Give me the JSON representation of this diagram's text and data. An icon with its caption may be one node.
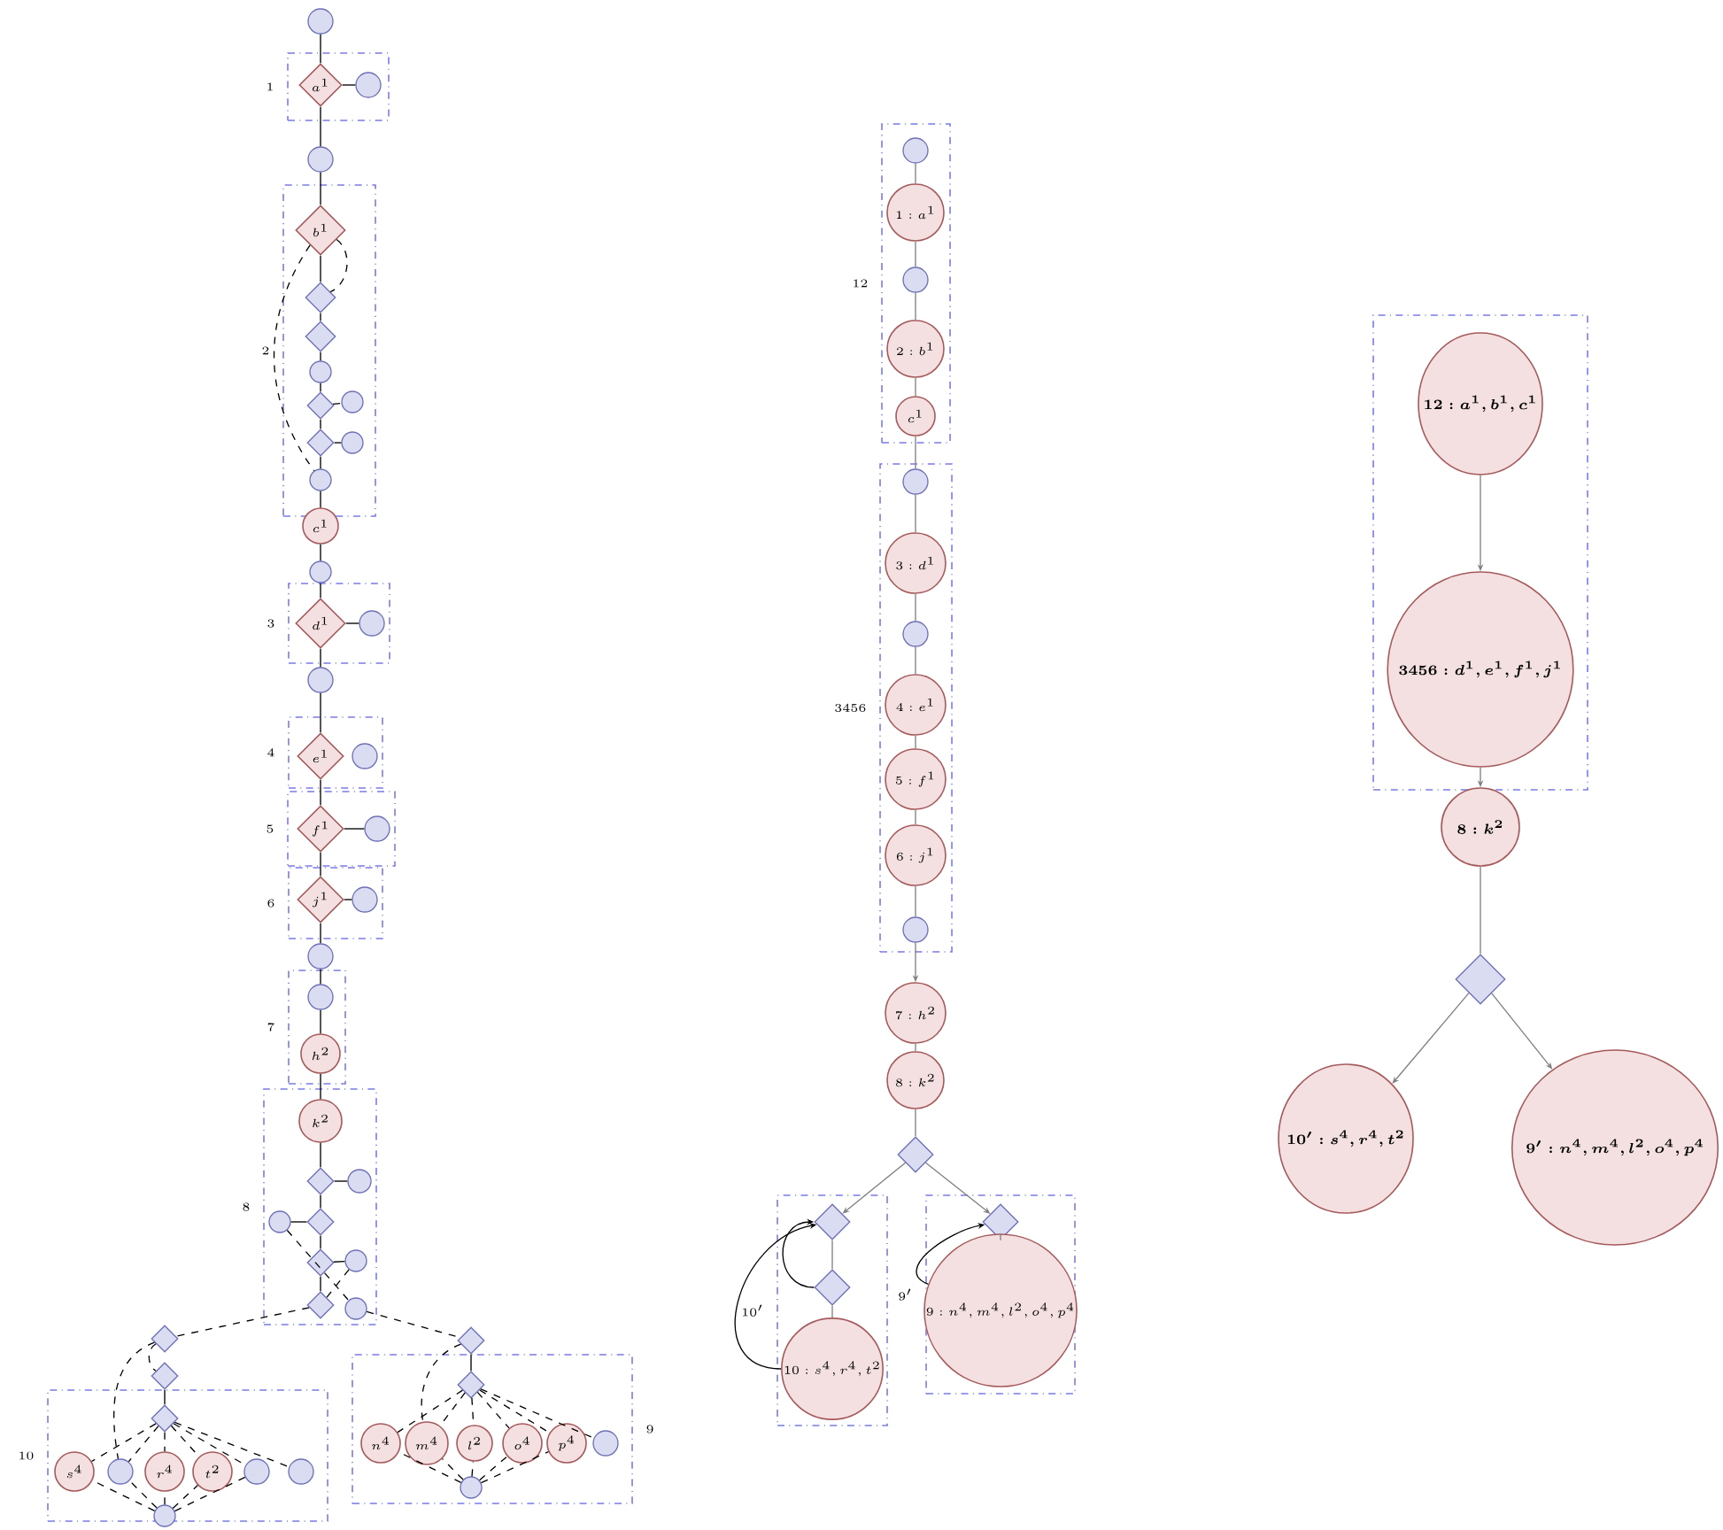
{
  "diagram": {
    "nodes": [
      {
        "text": [],
        "shape": "circle"
      },
      {
        "text": [
          "1"
        ]
      },
      {
        "text": [
          "a^1"
        ],
        "in": 1
      },
      {
        "text": [],
        "shape": "circle",
        "in": 1
      },
      {
        "text": [],
        "shape": "circle"
      },
      {
        "text": [
          "2"
        ]
      },
      {
        "text": [
          "b^1"
        ],
        "in": 5
      },
      {
        "text": [],
        "shape": "diamond",
        "in": 5
      },
      {
        "text": [],
        "shape": "diamond",
        "in": 5
      },
      {
        "text": [],
        "shape": "circle",
        "in": 5
      },
      {
        "text": [],
        "shape": "diamond",
        "in": 5
      },
      {
        "text": [],
        "shape": "circle",
        "in": 5
      },
      {
        "text": [],
        "shape": "diamond",
        "in": 5
      },
      {
        "text": [],
        "shape": "circle",
        "in": 5
      },
      {
        "text": [],
        "shape": "circle",
        "in": 5
      },
      {
        "text": [
          "c^1"
        ]
      },
      {
        "text": [],
        "shape": "circle"
      },
      {
        "text": [
          "3"
        ]
      },
      {
        "text": [
          "d^1"
        ],
        "in": 17
      },
      {
        "text": [],
        "shape": "circle",
        "in": 17
      },
      {
        "text": [],
        "shape": "circle"
      },
      {
        "text": [
          "4"
        ]
      },
      {
        "text": [
          "e^1"
        ],
        "in": 21
      },
      {
        "text": [],
        "shape": "circle",
        "in": 21
      },
      {
        "text": [
          "5"
        ]
      },
      {
        "text": [
          "f^1"
        ],
        "in": 24
      },
      {
        "text": [],
        "shape": "circle",
        "in": 24
      },
      {
        "text": [
          "6"
        ]
      },
      {
        "text": [
          "j^1"
        ],
        "in": 27
      },
      {
        "text": [],
        "shape": "circle",
        "in": 27
      },
      {
        "text": [],
        "shape": "circle"
      },
      {
        "text": [
          "7"
        ]
      },
      {
        "text": [],
        "shape": "circle",
        "in": 31
      },
      {
        "text": [
          "h^2"
        ],
        "in": 31
      },
      {
        "text": [
          "8"
        ]
      },
      {
        "text": [
          "k^2"
        ],
        "in": 34
      },
      {
        "text": [],
        "shape": "diamond",
        "in": 34
      },
      {
        "text": [],
        "shape": "circle",
        "in": 34
      },
      {
        "text": [],
        "shape": "circle",
        "in": 34
      },
      {
        "text": [],
        "shape": "diamond",
        "in": 34
      },
      {
        "text": [],
        "shape": "diamond",
        "in": 34
      },
      {
        "text": [],
        "shape": "circle",
        "in": 34
      },
      {
        "text": [],
        "shape": "diamond",
        "in": 34
      },
      {
        "text": [],
        "shape": "circle",
        "in": 34
      },
      {
        "text": [],
        "shape": "diamond"
      },
      {
        "text": [],
        "shape": "diamond"
      },
      {
        "text": [
          "10"
        ]
      },
      {
        "text": [],
        "shape": "diamond",
        "in": 46
      },
      {
        "text": [
          "s^4"
        ],
        "in": 46
      },
      {
        "text": [],
        "shape": "circle",
        "in": 46
      },
      {
        "text": [
          "r^4"
        ],
        "in": 46
      },
      {
        "text": [
          "t^2"
        ],
        "in": 46
      },
      {
        "text": [],
        "shape": "circle",
        "in": 46
      },
      {
        "text": [],
        "shape": "circle",
        "in": 46
      },
      {
        "text": [],
        "shape": "circle"
      },
      {
        "text": [],
        "shape": "diamond"
      },
      {
        "text": [
          "9"
        ]
      },
      {
        "text": [],
        "shape": "diamond",
        "in": 56
      },
      {
        "text": [
          "n^4"
        ],
        "in": 56
      },
      {
        "text": [
          "m^4"
        ],
        "in": 56
      },
      {
        "text": [
          "l^2"
        ],
        "in": 56
      },
      {
        "text": [
          "o^4"
        ],
        "in": 56
      },
      {
        "text": [
          "p^4"
        ],
        "in": 56
      },
      {
        "text": [],
        "shape": "circle",
        "in": 56
      },
      {
        "text": [],
        "shape": "circle",
        "in": 56
      },
      {
        "text": [
          "12"
        ]
      },
      {
        "text": [],
        "shape": "circle",
        "in": 65
      },
      {
        "text": [
          "1 : a^1"
        ],
        "in": 65
      },
      {
        "text": [],
        "shape": "circle",
        "in": 65
      },
      {
        "text": [
          "2 : b^1"
        ],
        "in": 65
      },
      {
        "text": [
          "c^1"
        ],
        "in": 65
      },
      {
        "text": [
          "3456"
        ]
      },
      {
        "text": [],
        "shape": "circle",
        "in": 71
      },
      {
        "text": [
          "3 : d^1"
        ],
        "in": 71
      },
      {
        "text": [],
        "shape": "circle",
        "in": 71
      },
      {
        "text": [
          "4 : e^1"
        ],
        "in": 71
      },
      {
        "text": [
          "5 : f^1"
        ],
        "in": 71
      },
      {
        "text": [
          "6 : j^1"
        ],
        "in": 71
      },
      {
        "text": [],
        "shape": "circle",
        "in": 71
      },
      {
        "text": [
          "7 : h^2"
        ]
      },
      {
        "text": [
          "8 : k^2"
        ]
      },
      {
        "text": [],
        "shape": "diamond"
      },
      {
        "text": [
          "10'"
        ]
      },
      {
        "text": [],
        "shape": "diamond",
        "in": 82
      },
      {
        "text": [],
        "shape": "diamond",
        "in": 82
      },
      {
        "text": [
          "10 : s^4, r^4, t^2"
        ],
        "in": 82
      },
      {
        "text": [
          "9'"
        ]
      },
      {
        "text": [],
        "shape": "diamond",
        "in": 86
      },
      {
        "text": [
          "9 : n^4, m^4, l^2, o^4, p^4"
        ],
        "in": 86
      },
      {
        "text": [],
        "shape": "box"
      },
      {
        "text": [
          "12 : a^1, b^1, c^1"
        ],
        "in": 89
      },
      {
        "text": [
          "3456 : d^1, e^1, f^1, j^1"
        ],
        "in": 89
      },
      {
        "text": [
          "8 : k^2"
        ]
      },
      {
        "text": [],
        "shape": "diamond"
      },
      {
        "text": [
          "10' : s^4, r^4, t^2"
        ]
      },
      {
        "text": [
          "9' : n^4, m^4, l^2, o^4, p^4"
        ]
      }
    ],
    "edges": [
      {
        "from": 0,
        "to": 2,
        "arrow": "none"
      },
      {
        "from": 2,
        "to": 3,
        "arrow": "none"
      },
      {
        "from": 2,
        "to": 4,
        "arrow": "none"
      },
      {
        "from": 4,
        "to": 6,
        "arrow": "none"
      },
      {
        "from": 6,
        "to": 7,
        "arrow": "none"
      },
      {
        "from": 7,
        "to": 8,
        "arrow": "none"
      },
      {
        "from": 8,
        "to": 9,
        "arrow": "none"
      },
      {
        "from": 9,
        "to": 10,
        "arrow": "none"
      },
      {
        "from": 10,
        "to": 12,
        "arrow": "none"
      },
      {
        "from": 12,
        "to": 14,
        "arrow": "none"
      },
      {
        "from": 14,
        "to": 15,
        "arrow": "none"
      },
      {
        "from": 15,
        "to": 16,
        "arrow": "none"
      },
      {
        "from": 16,
        "to": 18,
        "arrow": "none"
      },
      {
        "from": 18,
        "to": 19,
        "arrow": "none"
      },
      {
        "from": 18,
        "to": 20,
        "arrow": "none"
      },
      {
        "from": 20,
        "to": 22,
        "arrow": "none"
      },
      {
        "from": 22,
        "to": 25,
        "arrow": "none"
      },
      {
        "from": 25,
        "to": 26,
        "arrow": "none"
      },
      {
        "from": 25,
        "to": 28,
        "arrow": "none"
      },
      {
        "from": 28,
        "to": 29,
        "arrow": "none"
      },
      {
        "from": 28,
        "to": 30,
        "arrow": "none"
      },
      {
        "from": 30,
        "to": 32,
        "arrow": "none"
      },
      {
        "from": 32,
        "to": 33,
        "arrow": "none"
      },
      {
        "from": 33,
        "to": 35,
        "arrow": "none"
      },
      {
        "from": 35,
        "to": 36,
        "arrow": "none"
      },
      {
        "from": 36,
        "to": 37,
        "arrow": "none"
      },
      {
        "from": 36,
        "to": 39,
        "arrow": "none"
      },
      {
        "from": 38,
        "to": 39,
        "arrow": "none"
      },
      {
        "from": 39,
        "to": 40,
        "arrow": "none"
      },
      {
        "from": 40,
        "to": 41,
        "arrow": "none"
      },
      {
        "from": 40,
        "to": 42,
        "arrow": "none"
      },
      {
        "from": 45,
        "to": 47,
        "arrow": "none"
      },
      {
        "from": 55,
        "to": 57,
        "arrow": "none"
      },
      {
        "from": 6,
        "to": 7,
        "arrow": "none",
        "style": "dashed"
      },
      {
        "from": 6,
        "to": 14,
        "arrow": "none",
        "style": "dashed"
      },
      {
        "from": 10,
        "to": 11,
        "arrow": "none",
        "style": "dashed"
      },
      {
        "from": 12,
        "to": 13,
        "arrow": "none",
        "style": "dashed"
      },
      {
        "from": 41,
        "to": 42,
        "arrow": "none",
        "style": "dashed"
      },
      {
        "from": 38,
        "to": 43,
        "arrow": "none",
        "style": "dashed"
      },
      {
        "from": 42,
        "to": 44,
        "arrow": "none",
        "style": "dashed"
      },
      {
        "from": 43,
        "to": 55,
        "arrow": "none",
        "style": "dashed"
      },
      {
        "from": 44,
        "to": 45,
        "arrow": "none",
        "style": "dashed"
      },
      {
        "from": 44,
        "to": 49,
        "arrow": "none",
        "style": "dashed"
      },
      {
        "from": 47,
        "to": 48,
        "arrow": "none",
        "style": "dashed"
      },
      {
        "from": 47,
        "to": 49,
        "arrow": "none",
        "style": "dashed"
      },
      {
        "from": 47,
        "to": 50,
        "arrow": "none",
        "style": "dashed"
      },
      {
        "from": 47,
        "to": 51,
        "arrow": "none",
        "style": "dashed"
      },
      {
        "from": 47,
        "to": 52,
        "arrow": "none",
        "style": "dashed"
      },
      {
        "from": 47,
        "to": 53,
        "arrow": "none",
        "style": "dashed"
      },
      {
        "from": 54,
        "to": 48,
        "arrow": "none",
        "style": "dashed"
      },
      {
        "from": 54,
        "to": 49,
        "arrow": "none",
        "style": "dashed"
      },
      {
        "from": 54,
        "to": 50,
        "arrow": "none",
        "style": "dashed"
      },
      {
        "from": 54,
        "to": 51,
        "arrow": "none",
        "style": "dashed"
      },
      {
        "from": 54,
        "to": 52,
        "arrow": "none",
        "style": "dashed"
      },
      {
        "from": 55,
        "to": 59,
        "arrow": "none",
        "style": "dashed"
      },
      {
        "from": 57,
        "to": 58,
        "arrow": "none",
        "style": "dashed"
      },
      {
        "from": 57,
        "to": 59,
        "arrow": "none",
        "style": "dashed"
      },
      {
        "from": 57,
        "to": 60,
        "arrow": "none",
        "style": "dashed"
      },
      {
        "from": 57,
        "to": 61,
        "arrow": "none",
        "style": "dashed"
      },
      {
        "from": 57,
        "to": 62,
        "arrow": "none",
        "style": "dashed"
      },
      {
        "from": 57,
        "to": 63,
        "arrow": "none",
        "style": "dashed"
      },
      {
        "from": 64,
        "to": 58,
        "arrow": "none",
        "style": "dashed"
      },
      {
        "from": 64,
        "to": 59,
        "arrow": "none",
        "style": "dashed"
      },
      {
        "from": 64,
        "to": 60,
        "arrow": "none",
        "style": "dashed"
      },
      {
        "from": 64,
        "to": 61,
        "arrow": "none",
        "style": "dashed"
      },
      {
        "from": 64,
        "to": 62,
        "arrow": "none",
        "style": "dashed"
      },
      {
        "from": 66,
        "to": 67,
        "arrow": "none",
        "color": "#808080"
      },
      {
        "from": 67,
        "to": 68,
        "arrow": "none",
        "color": "#808080"
      },
      {
        "from": 68,
        "to": 69,
        "arrow": "none",
        "color": "#808080"
      },
      {
        "from": 69,
        "to": 70,
        "arrow": "none",
        "color": "#808080"
      },
      {
        "from": 70,
        "to": 72,
        "arrow": "none",
        "color": "#808080"
      },
      {
        "from": 72,
        "to": 73,
        "arrow": "none",
        "color": "#808080"
      },
      {
        "from": 73,
        "to": 74,
        "arrow": "none",
        "color": "#808080"
      },
      {
        "from": 74,
        "to": 75,
        "arrow": "none",
        "color": "#808080"
      },
      {
        "from": 75,
        "to": 76,
        "arrow": "none",
        "color": "#808080"
      },
      {
        "from": 76,
        "to": 77,
        "arrow": "none",
        "color": "#808080"
      },
      {
        "from": 77,
        "to": 78,
        "arrow": "none",
        "color": "#808080"
      },
      {
        "from": 78,
        "to": 79,
        "arrow": "to",
        "color": "#808080"
      },
      {
        "from": 79,
        "to": 80,
        "arrow": "none",
        "color": "#808080"
      },
      {
        "from": 80,
        "to": 81,
        "arrow": "none",
        "color": "#808080"
      },
      {
        "from": 81,
        "to": 83,
        "arrow": "to",
        "color": "#808080"
      },
      {
        "from": 81,
        "to": 87,
        "arrow": "to",
        "color": "#808080"
      },
      {
        "from": 83,
        "to": 84,
        "arrow": "none",
        "color": "#808080"
      },
      {
        "from": 84,
        "to": 85,
        "arrow": "none",
        "color": "#808080"
      },
      {
        "from": 87,
        "to": 88,
        "arrow": "none",
        "color": "#808080"
      },
      {
        "from": 84,
        "to": 83,
        "arrow": "to"
      },
      {
        "from": 85,
        "to": 83,
        "arrow": "to"
      },
      {
        "from": 88,
        "to": 87,
        "arrow": "to"
      },
      {
        "from": 90,
        "to": 91,
        "arrow": "to",
        "color": "#808080"
      },
      {
        "from": 91,
        "to": 92,
        "arrow": "to",
        "color": "#808080"
      },
      {
        "from": 92,
        "to": 93,
        "arrow": "none",
        "color": "#808080"
      },
      {
        "from": 93,
        "to": 94,
        "arrow": "to",
        "color": "#808080"
      },
      {
        "from": 93,
        "to": 95,
        "arrow": "to",
        "color": "#808080"
      }
    ]
  }
}
